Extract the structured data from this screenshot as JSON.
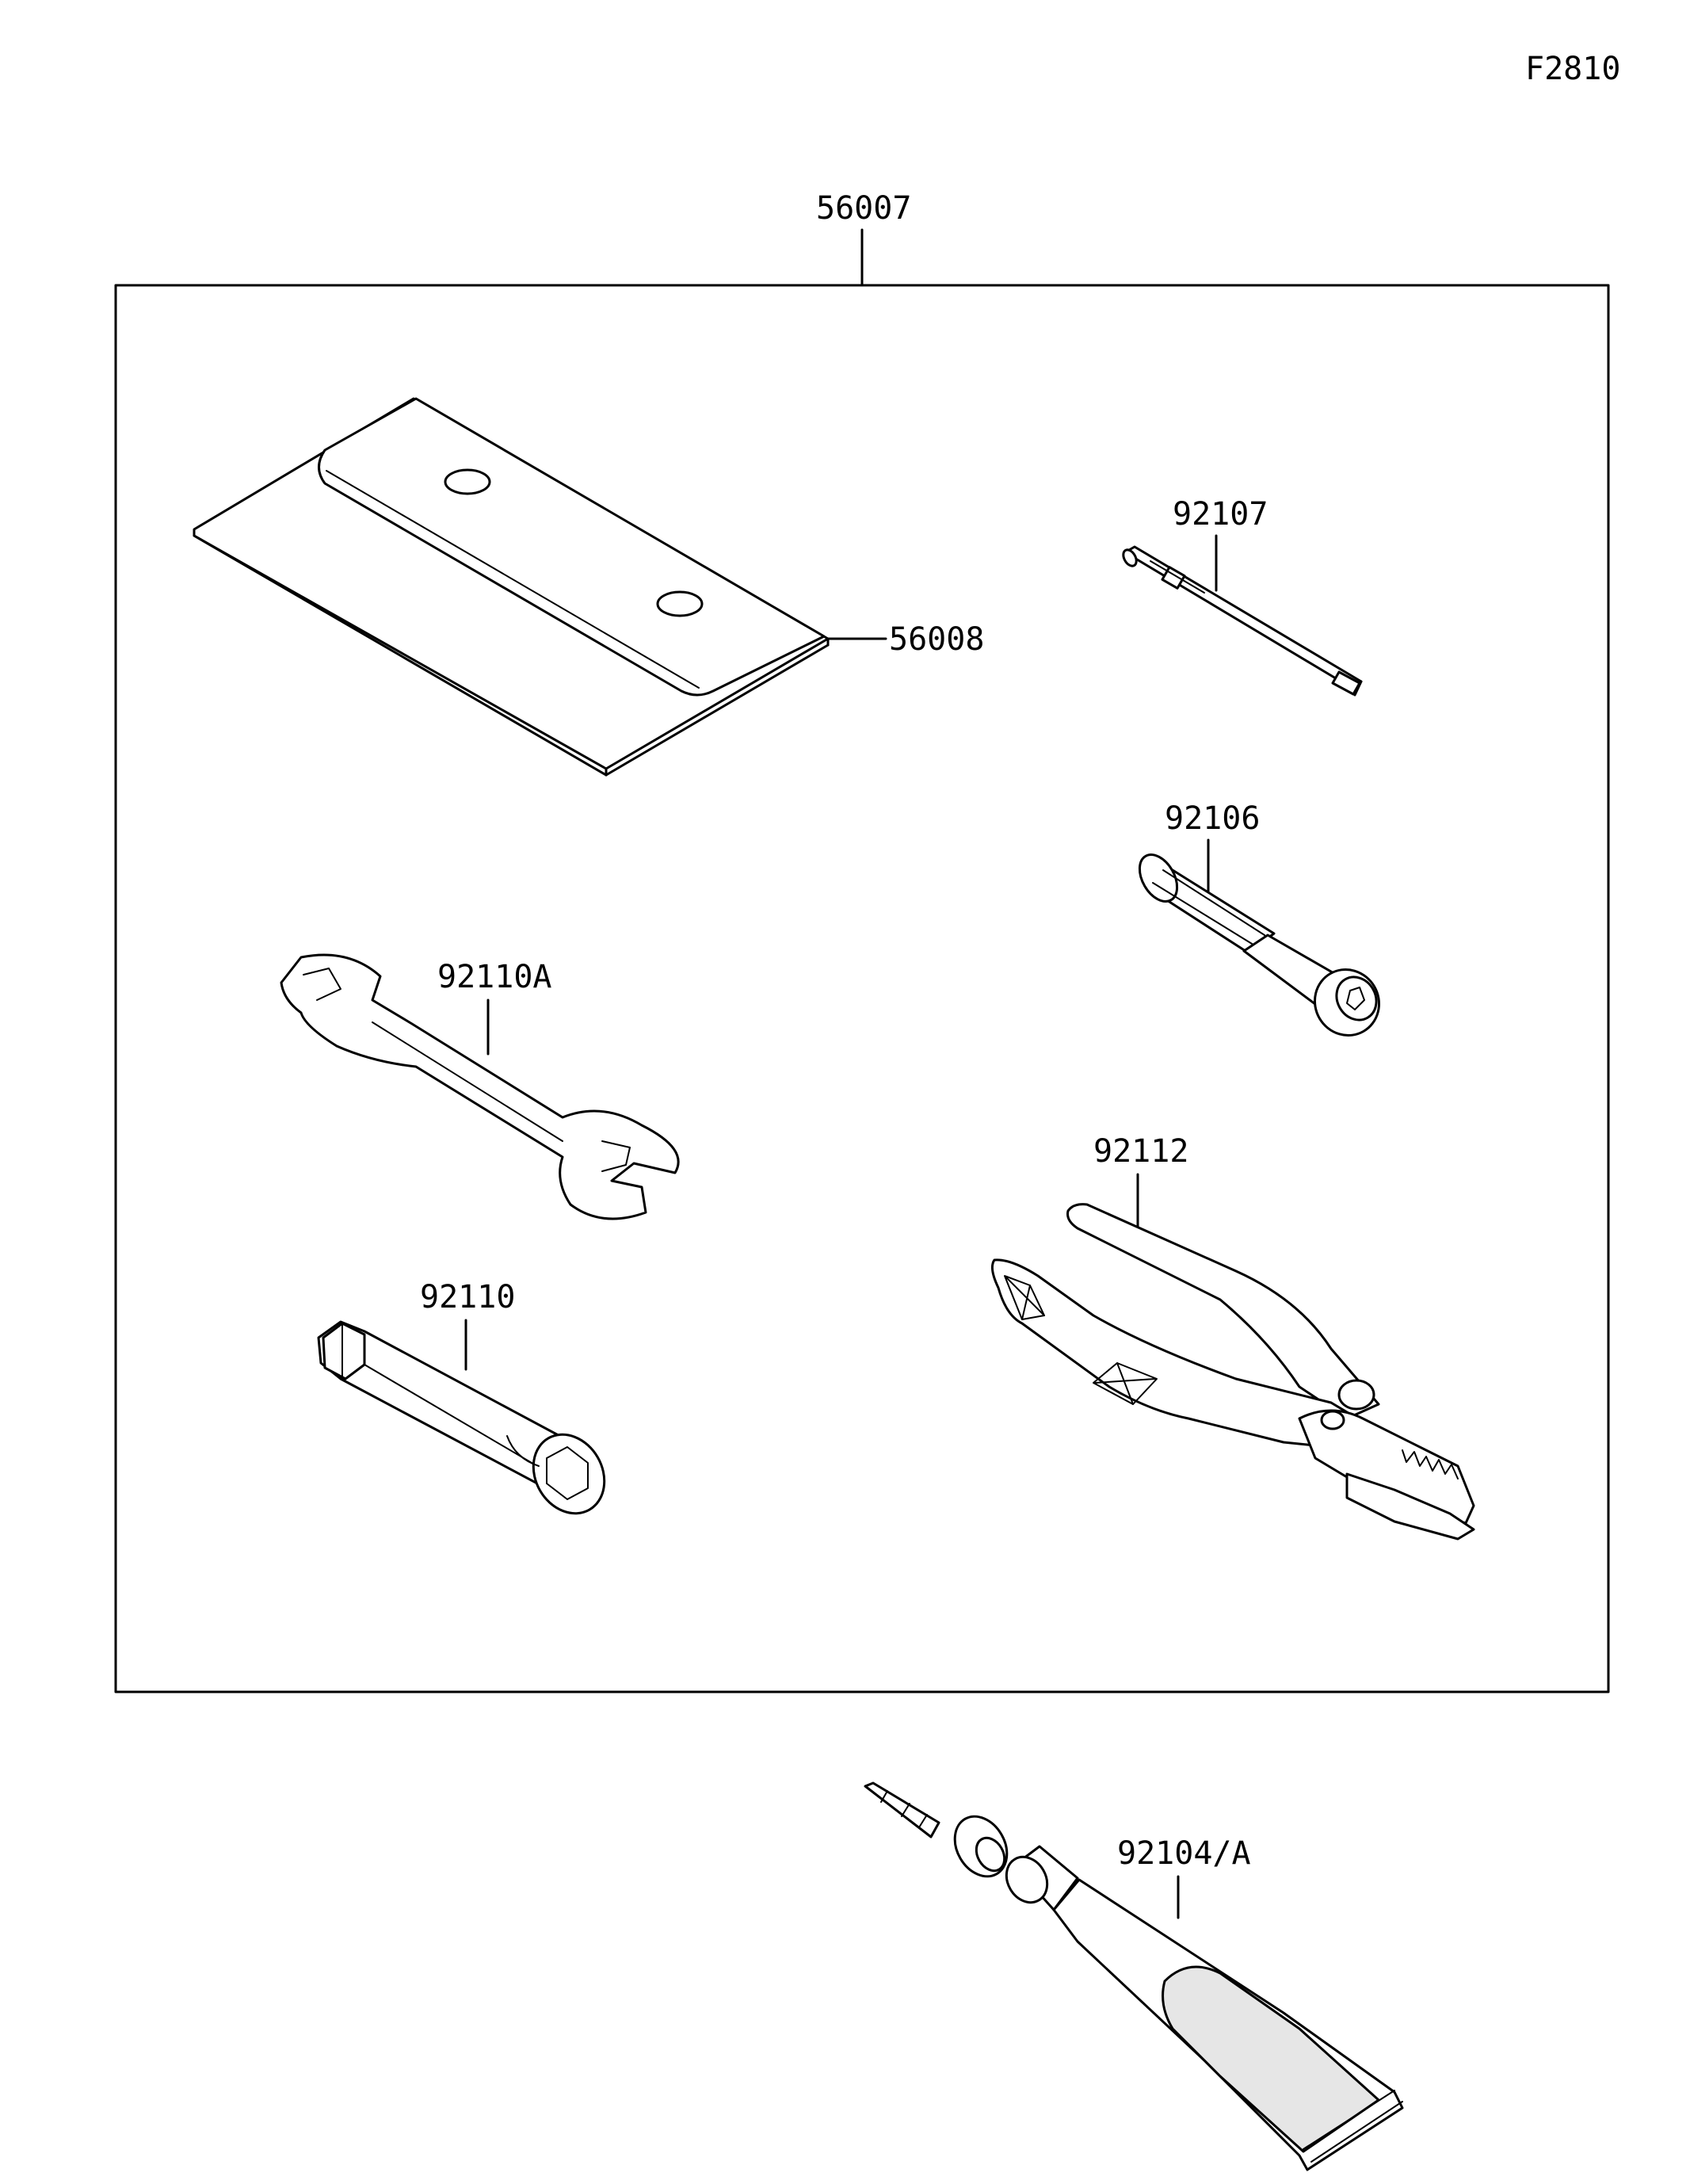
{
  "figure_id": "F2810",
  "parts": {
    "tool_kit": "56007",
    "tool_case": "56008",
    "screwdriver_bit": "92107",
    "screwdriver_handle": "92106",
    "open_end_wrench": "92110A",
    "plug_wrench": "92110",
    "pliers": "92112",
    "tire_repair_kit": "92104/A"
  },
  "colors": {
    "line": "#000000",
    "background": "#ffffff",
    "fill_shade": "#e6e6e6"
  }
}
